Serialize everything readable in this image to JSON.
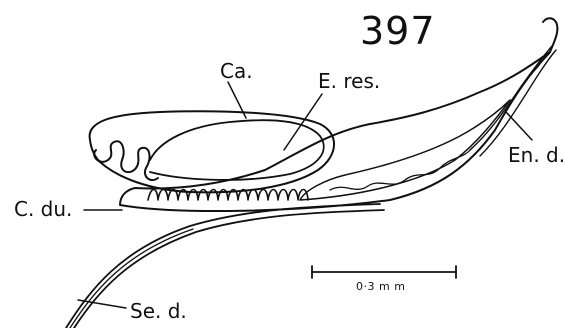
{
  "figure": {
    "number": "397",
    "labels": {
      "cirrus_sac": "Ca.",
      "ejaculatory_reservoir": "E. res.",
      "cirrus_duct": "C. du.",
      "endoderm_duct": "En. d.",
      "sperm_duct": "Se. d."
    },
    "scale_bar": {
      "text": "0·3 m m"
    }
  },
  "colors": {
    "ink": "#111111",
    "background": "#ffffff"
  }
}
